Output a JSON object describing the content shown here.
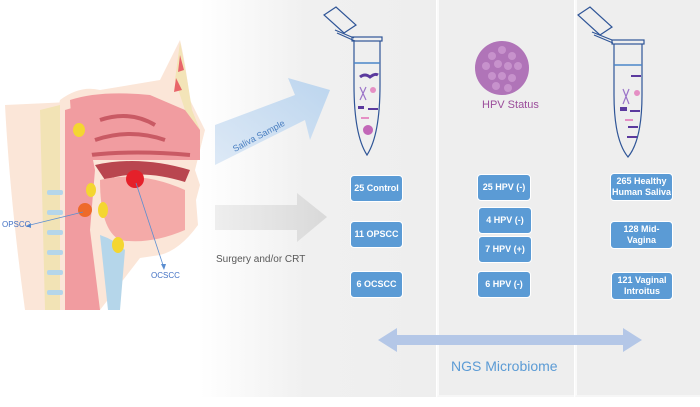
{
  "anatomy": {
    "labels": {
      "opscc": "OPSCC",
      "ocscc": "OCSCC"
    }
  },
  "arrows": {
    "saliva": "Saliva Sample",
    "surgery": "Surgery and/or CRT",
    "ngs": "NGS Microbiome"
  },
  "columns": [
    {
      "icon": "sample-tube-icon",
      "boxes": [
        "25 Control",
        "11 OPSCC",
        "6 OCSCC"
      ]
    },
    {
      "icon": "hpv-virus-icon",
      "title": "HPV Status",
      "boxes": [
        "25 HPV (-)",
        "4 HPV (-)",
        "7 HPV (+)",
        "6 HPV (-)"
      ]
    },
    {
      "icon": "sample-tube-icon",
      "boxes": [
        "265 Healthy Human Saliva",
        "128 Mid-Vagina",
        "121 Vaginal Introitus"
      ]
    }
  ],
  "colors": {
    "box": "#5b9bd5",
    "hpv": "#9b4d9b",
    "ngs_text": "#5b9bd5",
    "arrow_light": "#b4c7e7"
  }
}
